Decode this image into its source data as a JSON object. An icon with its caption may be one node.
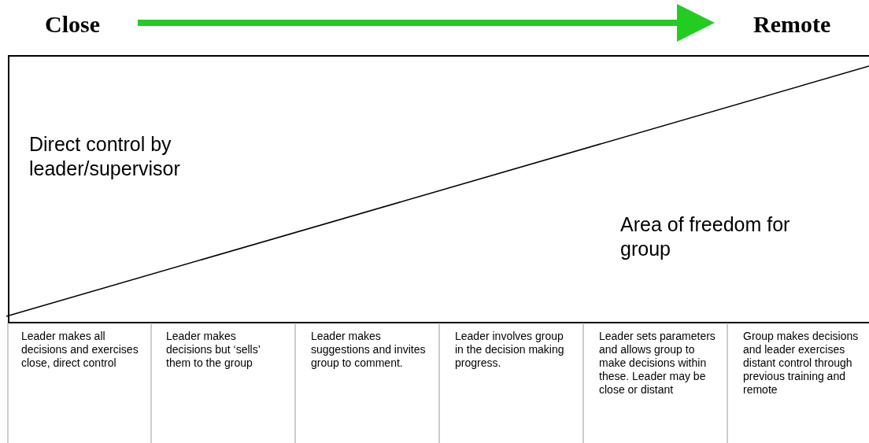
{
  "diagram": {
    "labels": [
      "Close",
      "Remote",
      "Direct control by leader/supervisor",
      "Area of freedom for group",
      "Leader makes all decisions and exercises close, direct control",
      "Leader makes decisions but ‘sells’ them to the group",
      "Leader makes suggestions and invites group to comment.",
      "Leader involves group in the decision making progress.",
      "Leader sets parameters and allows group to make decisions within these. Leader may be close or distant",
      "Group makes decisions and leader exercises distant control through previous training and remote"
    ]
  }
}
